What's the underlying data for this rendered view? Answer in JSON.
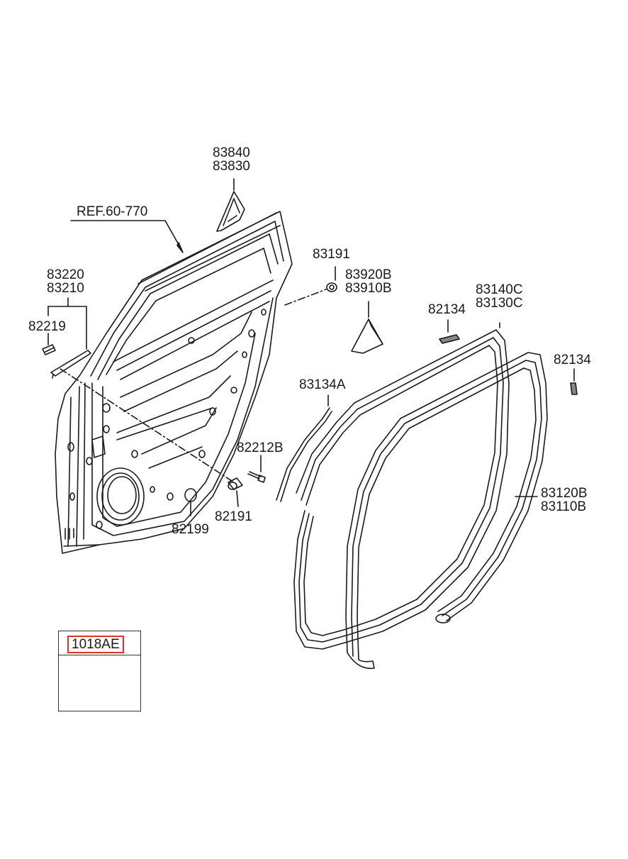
{
  "diagram": {
    "labels": {
      "part_83840_83830": [
        "83840",
        "83830"
      ],
      "ref": "REF.60-770",
      "part_83220_83210": [
        "83220",
        "83210"
      ],
      "part_82219": "82219",
      "part_83191": "83191",
      "part_83920b_83910b": [
        "83920B",
        "83910B"
      ],
      "part_82134_a": "82134",
      "part_83140c_83130c": [
        "83140C",
        "83130C"
      ],
      "part_82134_b": "82134",
      "part_83134a": "83134A",
      "part_82212b": "82212B",
      "part_82191": "82191",
      "part_82199": "82199",
      "part_83120b_83110b": [
        "83120B",
        "83110B"
      ]
    },
    "legend": {
      "code": "1018AE",
      "highlight_color": "#e0322d"
    },
    "line_color": "#1a1a1a"
  }
}
